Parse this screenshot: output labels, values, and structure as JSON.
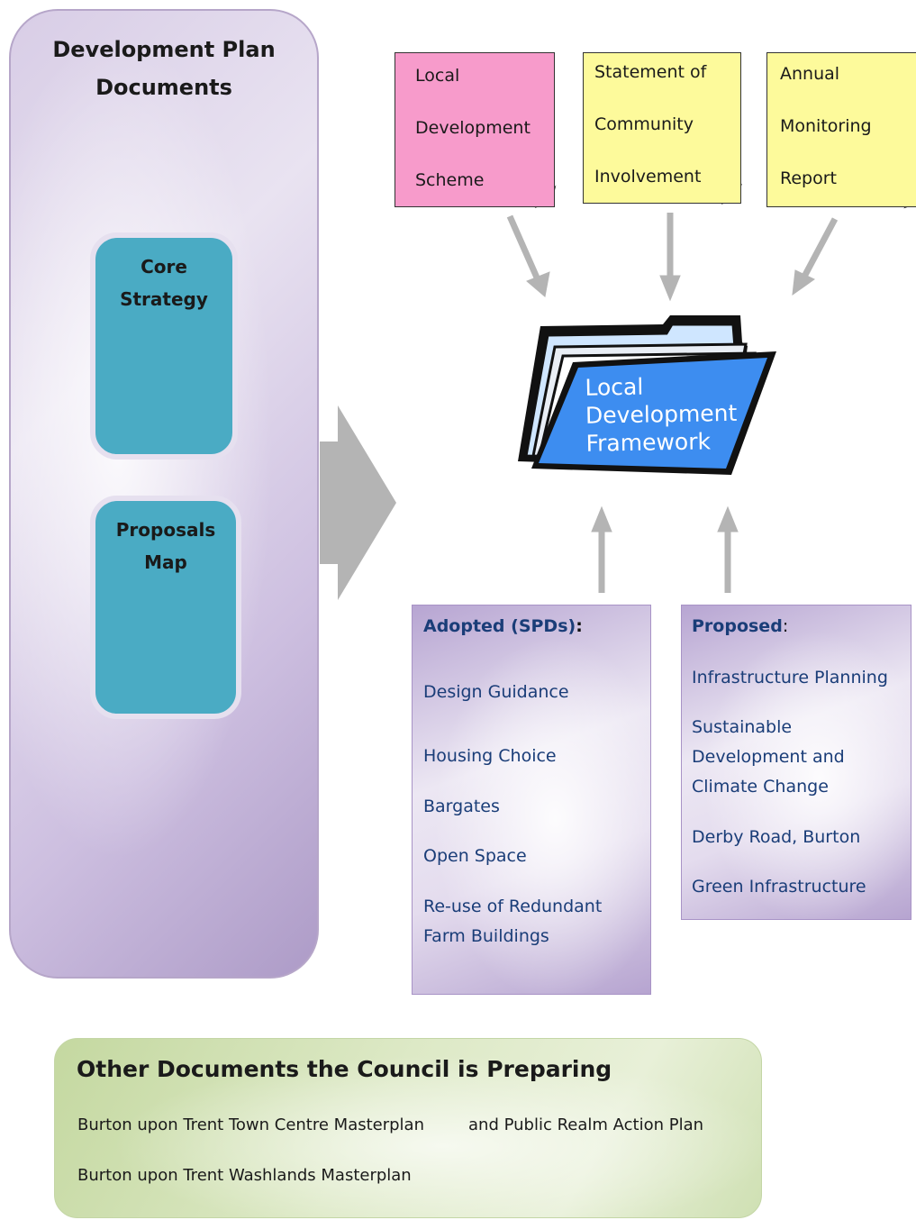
{
  "dpd": {
    "title_line1": "Development Plan",
    "title_line2": "Documents",
    "core_line1": "Core",
    "core_line2": "Strategy",
    "map_line1": "Proposals",
    "map_line2": "Map"
  },
  "notes": {
    "lds": [
      "Local",
      "Development",
      "Scheme"
    ],
    "sci": [
      "Statement of",
      "Community",
      "Involvement"
    ],
    "amr": [
      "Annual",
      "Monitoring",
      "Report"
    ]
  },
  "folder": {
    "line1": "Local",
    "line2": "Development",
    "line3": "Framework"
  },
  "adopted": {
    "heading": "Adopted (SPDs)",
    "colon": ":",
    "items": [
      "Design Guidance",
      "Housing Choice",
      "Bargates",
      "Open Space",
      "Re-use of Redundant",
      "Farm Buildings"
    ]
  },
  "proposed": {
    "heading": "Proposed",
    "colon": ":",
    "items": [
      "Infrastructure Planning",
      "Sustainable",
      "Development and",
      "Climate Change",
      "Derby Road, Burton",
      "Green Infrastructure"
    ]
  },
  "other": {
    "title": "Other Documents the Council is Preparing",
    "item1": "Burton upon Trent Town Centre Masterplan",
    "item1b": "and Public Realm Action Plan",
    "item2": "Burton upon Trent Washlands Masterplan"
  },
  "colors": {
    "pink_note": "#f79bcb",
    "yellow_note": "#fdfa9b",
    "teal": "#4aabc4",
    "folder_blue": "#3d8df0",
    "list_text": "#1a3d78",
    "arrow_gray": "#b4b4b4"
  }
}
